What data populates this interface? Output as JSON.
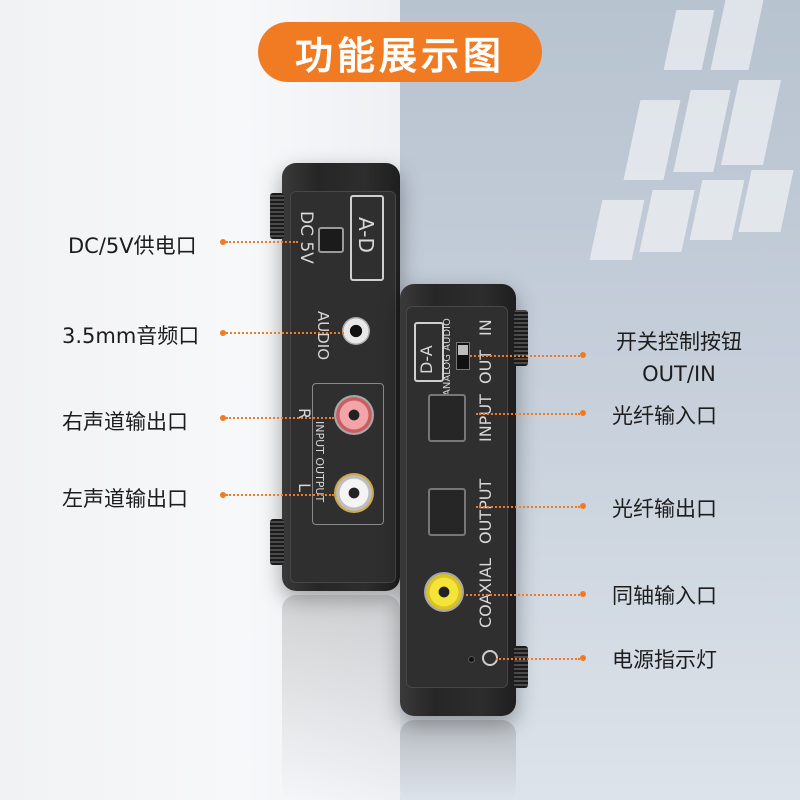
{
  "title": "功能展示图",
  "colors": {
    "accent": "#f07b22",
    "text": "#1d1d1d",
    "device": "#2b2b2b"
  },
  "left_labels": [
    {
      "text": "DC/5V供电口"
    },
    {
      "text": "3.5mm音频口"
    },
    {
      "text": "右声道输出口"
    },
    {
      "text": "左声道输出口"
    }
  ],
  "right_labels": [
    {
      "line1": "开关控制按钮",
      "line2": "OUT/IN"
    },
    {
      "line1": "光纤输入口"
    },
    {
      "line1": "光纤输出口"
    },
    {
      "line1": "同轴输入口"
    },
    {
      "line1": "电源指示灯"
    }
  ],
  "device_left": {
    "mode_badge": "A-D",
    "dc_label": "DC 5V",
    "audio_label": "AUDIO",
    "io_label": "INPUT OUTPUT",
    "r_label": "R",
    "l_label": "L"
  },
  "device_right": {
    "mode_badge": "D-A",
    "switch_label": "ANALOG AUDIO",
    "out_label": "OUT",
    "in_label": "IN",
    "input_label": "INPUT",
    "output_label": "OUTPUT",
    "coaxial_label": "COAXIAL"
  }
}
